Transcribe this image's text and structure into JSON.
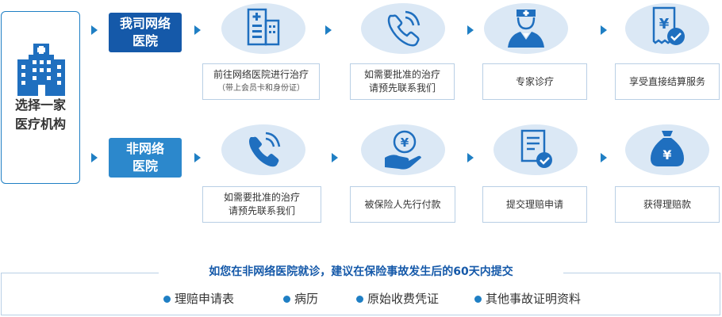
{
  "start": {
    "lines": [
      "选择一家",
      "医疗机构"
    ],
    "icon": "hospital-building-icon"
  },
  "network_row": {
    "hospital_lines": [
      "我司网络",
      "医院"
    ],
    "steps": [
      {
        "icon": "hospital-icon",
        "text": "前往网络医院进行治疗",
        "sub": "（带上会员卡和身份证）"
      },
      {
        "icon": "phone-icon",
        "lines": [
          "如需要批准的治疗",
          "请预先联系我们"
        ]
      },
      {
        "icon": "doctor-icon",
        "text": "专家诊疗"
      },
      {
        "icon": "receipt-check-icon",
        "text": "享受直接结算服务"
      }
    ]
  },
  "non_network_row": {
    "hospital_lines": [
      "非网络",
      "医院"
    ],
    "steps": [
      {
        "icon": "phone-icon",
        "lines": [
          "如需要批准的治疗",
          "请预先联系我们"
        ]
      },
      {
        "icon": "hand-coin-icon",
        "text": "被保险人先行付款"
      },
      {
        "icon": "document-check-icon",
        "text": "提交理赔申请"
      },
      {
        "icon": "money-bag-icon",
        "text": "获得理赔款"
      }
    ]
  },
  "notice": "如您在非网络医院就诊，建议在保险事故发生后的60天内提交",
  "documents": [
    "理赔申请表",
    "病历",
    "原始收费凭证",
    "其他事故证明资料"
  ],
  "colors": {
    "primary": "#1559a9",
    "secondary": "#2c88cc",
    "circle_bg": "#dbe8f5",
    "border": "#b9cfe5"
  }
}
